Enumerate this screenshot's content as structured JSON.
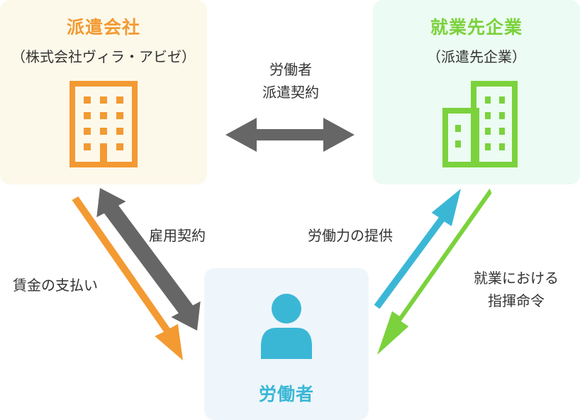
{
  "dispatch_company": {
    "title": "派遣会社",
    "subtitle": "（株式会社ヴィラ・アビゼ）",
    "color": "#f39a33",
    "icon": "office-building-icon"
  },
  "client_company": {
    "title": "就業先企業",
    "subtitle": "（派遣先企業）",
    "color": "#7bd23c",
    "icon": "office-building-icon"
  },
  "worker": {
    "title": "労働者",
    "color": "#3bb7d6",
    "icon": "person-icon"
  },
  "relations": {
    "dispatch_contract": {
      "line1": "労働者",
      "line2": "派遣契約",
      "color": "#666666"
    },
    "employment_contract": "雇用契約",
    "wage_payment": "賃金の支払い",
    "labor_provision": "労働力の提供",
    "instructions": {
      "line1": "就業における",
      "line2": "指揮命令"
    }
  }
}
